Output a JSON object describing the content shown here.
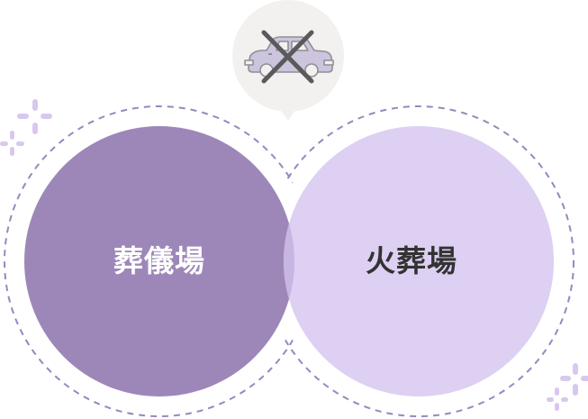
{
  "diagram": {
    "type": "venn",
    "left_set": {
      "label": "葬儀場",
      "fill": "#9d87b8",
      "text_color": "#ffffff"
    },
    "right_set": {
      "label": "火葬場",
      "fill": "#ddd0f2",
      "text_color": "#333333"
    },
    "overlap_fill": "#c8b6e2",
    "outline": {
      "style": "dashed",
      "color": "#9a86c0"
    },
    "callout": {
      "icon": "car-crossed-out-icon",
      "meaning": "no car",
      "background": "#f2f1f0",
      "car_color": "#cdc4de",
      "cross_color": "#5a5a5a"
    },
    "decorations": [
      {
        "icon": "sparkle-icon",
        "position": "top-left",
        "color": "#d8c8ef"
      },
      {
        "icon": "sparkle-icon",
        "position": "bottom-right",
        "color": "#d8c8ef"
      }
    ]
  }
}
